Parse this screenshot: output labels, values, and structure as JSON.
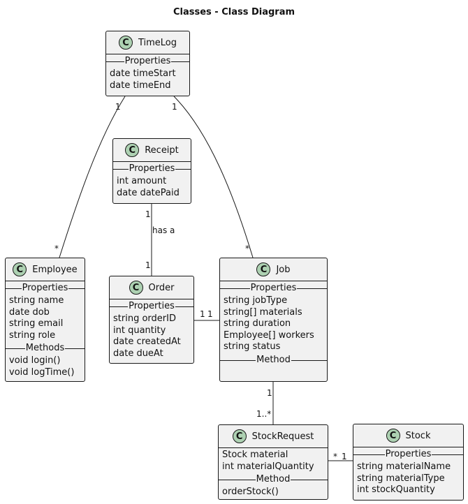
{
  "title": "Classes - Class Diagram",
  "colors": {
    "class_fill": "#f1f1f1",
    "badge_fill": "#add1b2",
    "line": "#181818"
  },
  "badge_letter": "C",
  "classes": {
    "timelog": {
      "name": "TimeLog",
      "section": "Properties",
      "fields": [
        "date timeStart",
        "date timeEnd"
      ]
    },
    "receipt": {
      "name": "Receipt",
      "section": "Properties",
      "fields": [
        "int amount",
        "date datePaid"
      ]
    },
    "employee": {
      "name": "Employee",
      "section": "Properties",
      "fields": [
        "string name",
        "date dob",
        "string email",
        "string role"
      ],
      "methods_section": "Methods",
      "methods": [
        "void login()",
        "void logTime()"
      ]
    },
    "order": {
      "name": "Order",
      "section": "Properties",
      "fields": [
        "string orderID",
        "int quantity",
        "date createdAt",
        "date dueAt"
      ]
    },
    "job": {
      "name": "Job",
      "section": "Properties",
      "fields": [
        "string jobType",
        "string[] materials",
        "string duration",
        "Employee[] workers",
        "string status"
      ],
      "methods_section": "Method"
    },
    "stockrequest": {
      "name": "StockRequest",
      "fields": [
        "Stock material",
        "int materialQuantity"
      ],
      "methods_section": "Method",
      "methods": [
        "orderStock()"
      ]
    },
    "stock": {
      "name": "Stock",
      "section": "Properties",
      "fields": [
        "string materialName",
        "string materialType",
        "int stockQuantity"
      ]
    }
  },
  "links": {
    "timelog_employee": {
      "from_mult": "1",
      "to_mult": "*"
    },
    "timelog_job": {
      "from_mult": "1",
      "to_mult": "*"
    },
    "receipt_order": {
      "from_mult": "1",
      "to_mult": "1",
      "label": "has a"
    },
    "order_job": {
      "from_mult": "1",
      "to_mult": "1"
    },
    "job_stockrequest": {
      "from_mult": "1",
      "to_mult": "1..*"
    },
    "stockrequest_stock": {
      "from_mult": "*",
      "to_mult": "1"
    }
  }
}
